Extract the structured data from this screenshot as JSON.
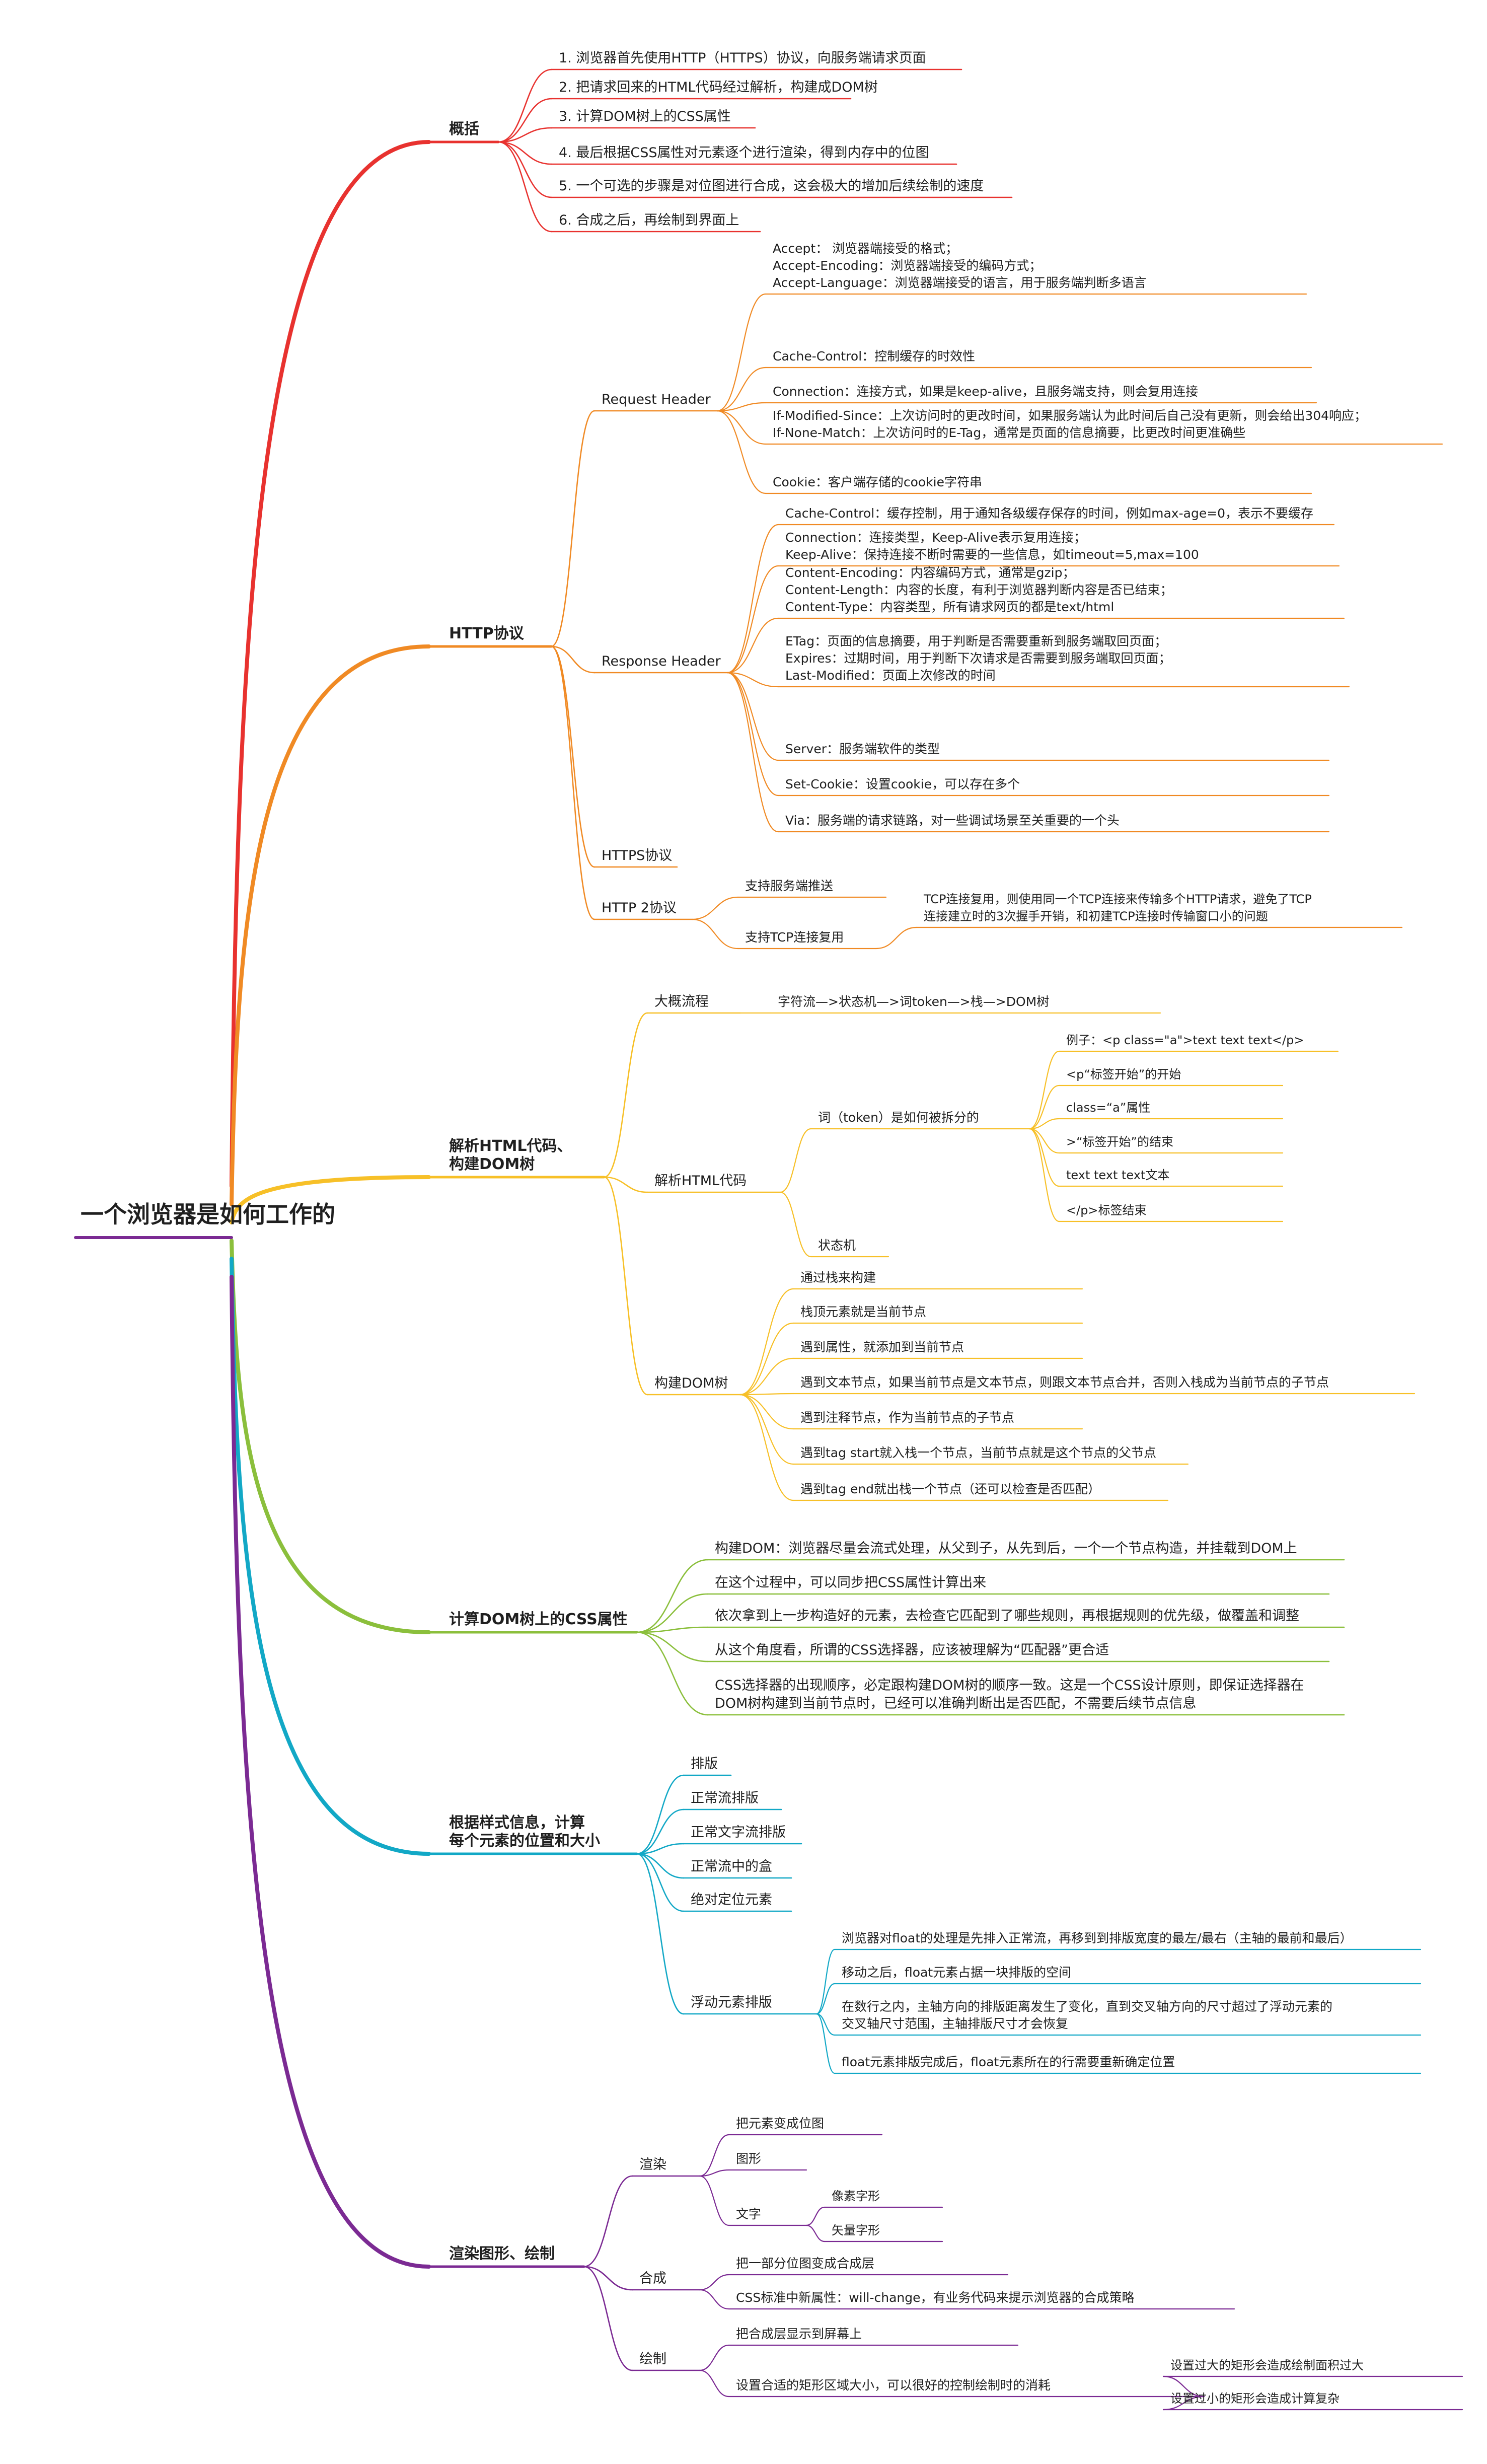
{
  "root": {
    "label": "一个浏览器是如何工作的"
  },
  "colors": {
    "overview": "#e8322f",
    "http": "#f08a24",
    "parse": "#f7c028",
    "css": "#8bbf3c",
    "layout": "#12a8c6",
    "render": "#7b2a93"
  },
  "branches": [
    {
      "key": "overview",
      "label": "概括",
      "children": [
        {
          "label": "1. 浏览器首先使用HTTP（HTTPS）协议，向服务端请求页面"
        },
        {
          "label": "2. 把请求回来的HTML代码经过解析，构建成DOM树"
        },
        {
          "label": "3. 计算DOM树上的CSS属性"
        },
        {
          "label": "4. 最后根据CSS属性对元素逐个进行渲染，得到内存中的位图"
        },
        {
          "label": "5. 一个可选的步骤是对位图进行合成，这会极大的增加后续绘制的速度"
        },
        {
          "label": "6. 合成之后，再绘制到界面上"
        }
      ]
    },
    {
      "key": "http",
      "label": "HTTP协议",
      "children": [
        {
          "label": "Request Header",
          "children": [
            {
              "lines": [
                "Accept： 浏览器端接受的格式；",
                "Accept-Encoding：浏览器端接受的编码方式；",
                "Accept-Language：浏览器端接受的语言，用于服务端判断多语言"
              ]
            },
            {
              "lines": [
                "Cache-Control：控制缓存的时效性"
              ]
            },
            {
              "lines": [
                "Connection：连接方式，如果是keep-alive，且服务端支持，则会复用连接"
              ]
            },
            {
              "lines": [
                "If-Modified-Since：上次访问时的更改时间，如果服务端认为此时间后自己没有更新，则会给出304响应；",
                "If-None-Match：上次访问时的E-Tag，通常是页面的信息摘要，比更改时间更准确些"
              ]
            },
            {
              "lines": [
                "Cookie：客户端存储的cookie字符串"
              ]
            }
          ]
        },
        {
          "label": "Response Header",
          "children": [
            {
              "lines": [
                "Cache-Control：缓存控制，用于通知各级缓存保存的时间，例如max-age=0，表示不要缓存"
              ]
            },
            {
              "lines": [
                "Connection：连接类型，Keep-Alive表示复用连接；",
                "Keep-Alive：保持连接不断时需要的一些信息，如timeout=5,max=100"
              ]
            },
            {
              "lines": [
                "Content-Encoding：内容编码方式，通常是gzip；",
                "Content-Length：内容的长度，有利于浏览器判断内容是否已结束；",
                "Content-Type：内容类型，所有请求网页的都是text/html"
              ]
            },
            {
              "lines": [
                "ETag：页面的信息摘要，用于判断是否需要重新到服务端取回页面；",
                "Expires：过期时间，用于判断下次请求是否需要到服务端取回页面；",
                "Last-Modified：页面上次修改的时间"
              ]
            },
            {
              "lines": [
                "Server：服务端软件的类型"
              ]
            },
            {
              "lines": [
                "Set-Cookie：设置cookie，可以存在多个"
              ]
            },
            {
              "lines": [
                "Via：服务端的请求链路，对一些调试场景至关重要的一个头"
              ]
            }
          ]
        },
        {
          "label": "HTTPS协议"
        },
        {
          "label": "HTTP 2协议",
          "children": [
            {
              "label": "支持服务端推送"
            },
            {
              "label": "支持TCP连接复用",
              "children": [
                {
                  "lines": [
                    "TCP连接复用，则使用同一个TCP连接来传输多个HTTP请求，避免了TCP",
                    "连接建立时的3次握手开销，和初建TCP连接时传输窗口小的问题"
                  ]
                }
              ]
            }
          ]
        }
      ]
    },
    {
      "key": "parse",
      "lines": [
        "解析HTML代码、",
        "构建DOM树"
      ],
      "children": [
        {
          "label": "大概流程",
          "children": [
            {
              "label": "字符流—>状态机—>词token—>栈—>DOM树"
            }
          ]
        },
        {
          "label": "解析HTML代码",
          "children": [
            {
              "label": "词（token）是如何被拆分的",
              "children": [
                {
                  "label": "例子：<p class=\"a\">text text text</p>"
                },
                {
                  "label": "<p“标签开始”的开始"
                },
                {
                  "label": "class=“a”属性"
                },
                {
                  "label": ">“标签开始”的结束"
                },
                {
                  "label": "text text text文本"
                },
                {
                  "label": "</p>标签结束"
                }
              ]
            },
            {
              "label": "状态机"
            }
          ]
        },
        {
          "label": "构建DOM树",
          "children": [
            {
              "label": "通过栈来构建"
            },
            {
              "label": "栈顶元素就是当前节点"
            },
            {
              "label": "遇到属性，就添加到当前节点"
            },
            {
              "label": "遇到文本节点，如果当前节点是文本节点，则跟文本节点合并，否则入栈成为当前节点的子节点"
            },
            {
              "label": "遇到注释节点，作为当前节点的子节点"
            },
            {
              "label": "遇到tag start就入栈一个节点，当前节点就是这个节点的父节点"
            },
            {
              "label": "遇到tag end就出栈一个节点（还可以检查是否匹配）"
            }
          ]
        }
      ]
    },
    {
      "key": "css",
      "label": "计算DOM树上的CSS属性",
      "children": [
        {
          "lines": [
            "构建DOM：浏览器尽量会流式处理，从父到子，从先到后，一个一个节点构造，并挂载到DOM上"
          ]
        },
        {
          "lines": [
            "在这个过程中，可以同步把CSS属性计算出来"
          ]
        },
        {
          "lines": [
            "依次拿到上一步构造好的元素，去检查它匹配到了哪些规则，再根据规则的优先级，做覆盖和调整"
          ]
        },
        {
          "lines": [
            "从这个角度看，所谓的CSS选择器，应该被理解为“匹配器”更合适"
          ]
        },
        {
          "lines": [
            "CSS选择器的出现顺序，必定跟构建DOM树的顺序一致。这是一个CSS设计原则，即保证选择器在",
            "DOM树构建到当前节点时，已经可以准确判断出是否匹配，不需要后续节点信息"
          ]
        }
      ]
    },
    {
      "key": "layout",
      "lines": [
        "根据样式信息，计算",
        "每个元素的位置和大小"
      ],
      "children": [
        {
          "label": "排版"
        },
        {
          "label": "正常流排版"
        },
        {
          "label": "正常文字流排版"
        },
        {
          "label": "正常流中的盒"
        },
        {
          "label": "绝对定位元素"
        },
        {
          "label": "浮动元素排版",
          "children": [
            {
              "lines": [
                "浏览器对float的处理是先排入正常流，再移到到排版宽度的最左/最右（主轴的最前和最后）"
              ]
            },
            {
              "lines": [
                "移动之后，float元素占据一块排版的空间"
              ]
            },
            {
              "lines": [
                "在数行之内，主轴方向的排版距离发生了变化，直到交叉轴方向的尺寸超过了浮动元素的",
                "交叉轴尺寸范围，主轴排版尺寸才会恢复"
              ]
            },
            {
              "lines": [
                "float元素排版完成后，float元素所在的行需要重新确定位置"
              ]
            }
          ]
        }
      ]
    },
    {
      "key": "render",
      "label": "渲染图形、绘制",
      "children": [
        {
          "label": "渲染",
          "children": [
            {
              "label": "把元素变成位图"
            },
            {
              "label": "图形"
            },
            {
              "label": "文字",
              "children": [
                {
                  "label": "像素字形"
                },
                {
                  "label": "矢量字形"
                }
              ]
            }
          ]
        },
        {
          "label": "合成",
          "children": [
            {
              "label": "把一部分位图变成合成层"
            },
            {
              "label": "CSS标准中新属性：will-change，有业务代码来提示浏览器的合成策略"
            }
          ]
        },
        {
          "label": "绘制",
          "children": [
            {
              "label": "把合成层显示到屏幕上"
            },
            {
              "label": "设置合适的矩形区域大小，可以很好的控制绘制时的消耗",
              "children": [
                {
                  "label": "设置过大的矩形会造成绘制面积过大"
                },
                {
                  "label": "设置过小的矩形会造成计算复杂"
                }
              ]
            }
          ]
        }
      ]
    }
  ]
}
